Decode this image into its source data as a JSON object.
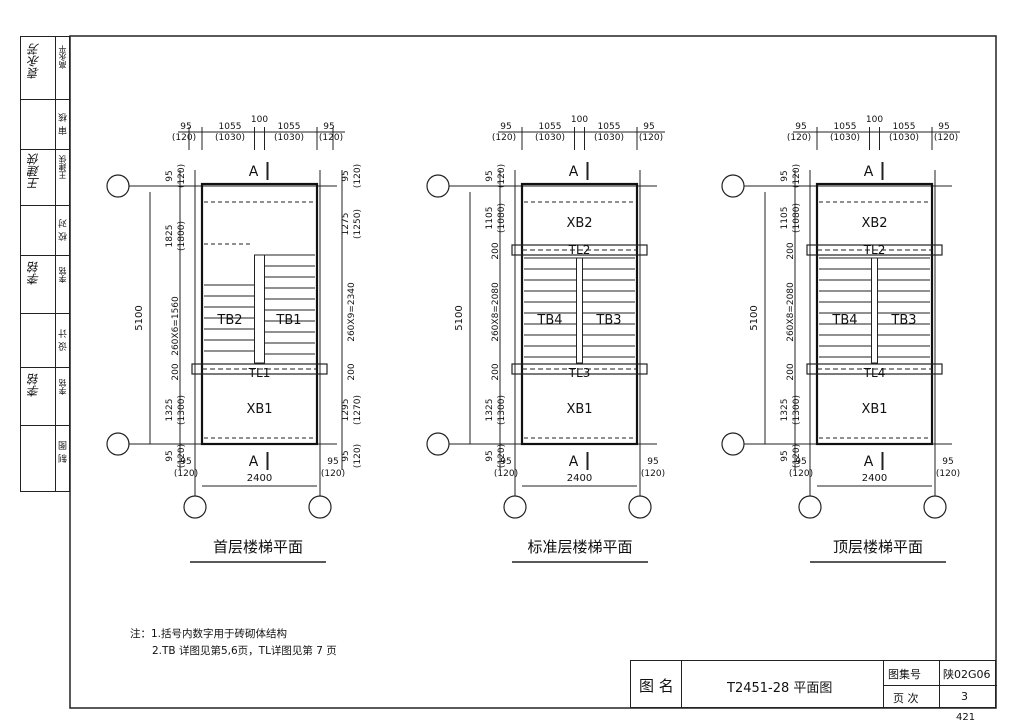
{
  "plans": [
    {
      "id": "first",
      "title": "首层楼梯平面",
      "top_widths": [
        "95",
        "(120)",
        "1055",
        "(1030)",
        "100",
        "1055",
        "(1030)",
        "95",
        "(120)"
      ],
      "section_top": "A",
      "section_bottom": "A",
      "left_dims": [
        "95",
        "(120)",
        "1825",
        "(1800)",
        "260X6=1560",
        "200",
        "1325",
        "(1300)",
        "95",
        "(120)"
      ],
      "right_dims": [
        "95",
        "(120)",
        "1275",
        "(1250)",
        "260X9=2340",
        "200",
        "1295",
        "(1270)",
        "95",
        "(120)"
      ],
      "total": "5100",
      "bottom_width": "2400",
      "bottom_dims": [
        "95",
        "(120)",
        "95",
        "(120)"
      ],
      "labels": {
        "top_slab": "",
        "left_flight": "TB2",
        "right_flight": "TB1",
        "beam": "TL1",
        "bottom_slab": "XB1"
      }
    },
    {
      "id": "standard",
      "title": "标准层楼梯平面",
      "top_widths": [
        "95",
        "(120)",
        "1055",
        "(1030)",
        "100",
        "1055",
        "(1030)",
        "95",
        "(120)"
      ],
      "section_top": "A",
      "section_bottom": "A",
      "left_dims": [
        "95",
        "(120)",
        "1105",
        "(1080)",
        "200",
        "260X8=2080",
        "200",
        "1325",
        "(1300)",
        "95",
        "(120)"
      ],
      "right_dims": [],
      "total": "5100",
      "bottom_width": "2400",
      "bottom_dims": [
        "95",
        "(120)",
        "95",
        "(120)"
      ],
      "labels": {
        "top_slab": "XB2",
        "top_beam": "TL2",
        "left_flight": "TB4",
        "right_flight": "TB3",
        "beam": "TL3",
        "bottom_slab": "XB1"
      }
    },
    {
      "id": "top",
      "title": "顶层楼梯平面",
      "top_widths": [
        "95",
        "(120)",
        "1055",
        "(1030)",
        "100",
        "1055",
        "(1030)",
        "95",
        "(120)"
      ],
      "section_top": "A",
      "section_bottom": "A",
      "left_dims": [
        "95",
        "(120)",
        "1105",
        "(1080)",
        "200",
        "260X8=2080",
        "200",
        "1325",
        "(1300)",
        "95",
        "(120)"
      ],
      "right_dims": [],
      "total": "5100",
      "bottom_width": "2400",
      "bottom_dims": [
        "95",
        "(120)",
        "95",
        "(120)"
      ],
      "labels": {
        "top_slab": "XB2",
        "top_beam": "TL2",
        "left_flight": "TB4",
        "right_flight": "TB3",
        "beam": "TL4",
        "bottom_slab": "XB1"
      }
    }
  ],
  "notes": {
    "line1": "注：1.括号内数字用于砖砌体结构",
    "line2": "2.TB 详图见第5,6页，TL详图见第 7 页"
  },
  "titleblock": {
    "name_label": "图 名",
    "name_value": "T2451-28 平面图",
    "set_label": "图集号",
    "set_value": "陕02G06",
    "page_label": "页 次",
    "page_value": "3"
  },
  "sidebar": {
    "roles": [
      "审核",
      "校对",
      "设计",
      "制图"
    ],
    "sign_1": "袁永芳",
    "name_1": "高永平",
    "sign_2": "王建侠",
    "name_2": "王建侠",
    "sign_3": "李铭",
    "name_3": "李铭",
    "sign_4": "李铭",
    "name_4": "李铭"
  },
  "page_number": "421"
}
